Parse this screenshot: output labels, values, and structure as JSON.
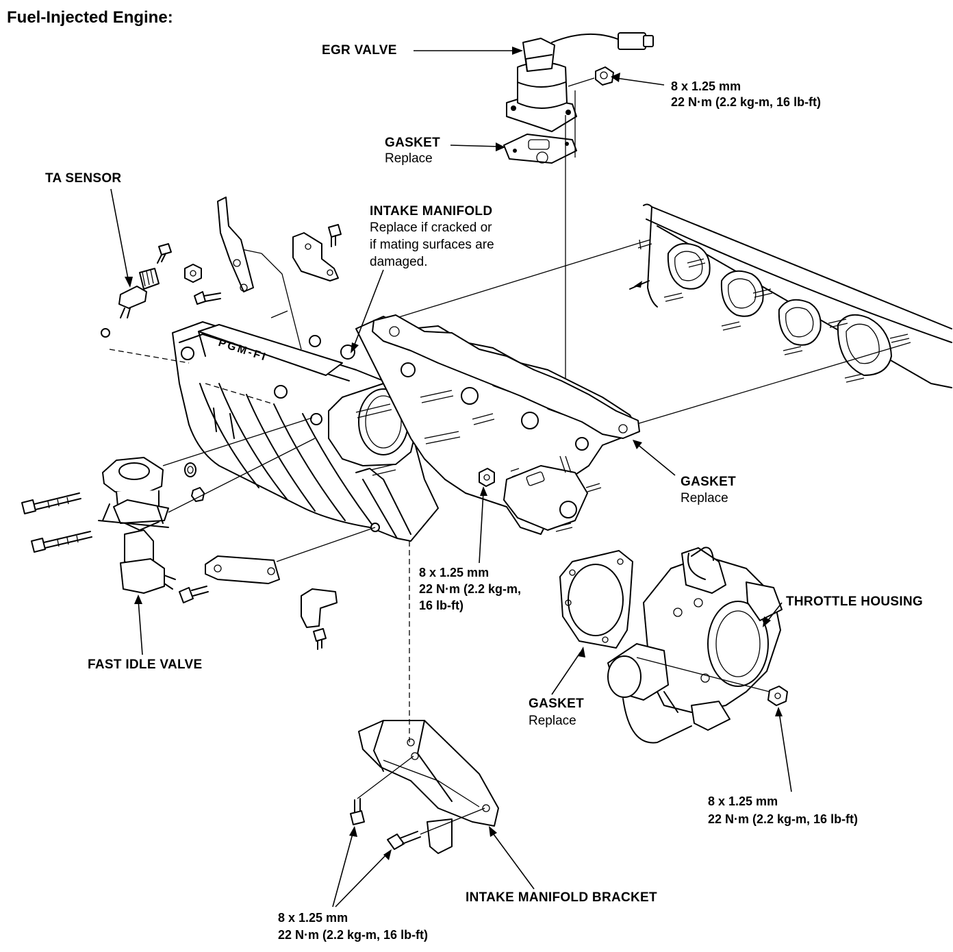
{
  "title": "Fuel-Injected Engine:",
  "labels": {
    "egr_valve": "EGR VALVE",
    "egr_bolt_size": "8 x 1.25 mm",
    "egr_bolt_torque": "22 N·m (2.2 kg-m, 16 lb-ft)",
    "egr_gasket": "GASKET",
    "egr_gasket_note": "Replace",
    "ta_sensor": "TA SENSOR",
    "intake_manifold": "INTAKE MANIFOLD",
    "intake_manifold_note_1": "Replace if cracked or",
    "intake_manifold_note_2": "if mating surfaces are",
    "intake_manifold_note_3": "damaged.",
    "manifold_gasket": "GASKET",
    "manifold_gasket_note": "Replace",
    "center_bolt_size": "8 x 1.25 mm",
    "center_bolt_torque_1": "22 N·m (2.2 kg-m,",
    "center_bolt_torque_2": "16 lb-ft)",
    "throttle_housing": "THROTTLE HOUSING",
    "throttle_gasket": "GASKET",
    "throttle_gasket_note": "Replace",
    "throttle_bolt_size": "8 x 1.25 mm",
    "throttle_bolt_torque": "22 N·m (2.2 kg-m, 16 lb-ft)",
    "fast_idle_valve": "FAST IDLE VALVE",
    "bracket": "INTAKE MANIFOLD BRACKET",
    "bracket_bolt_size": "8 x 1.25 mm",
    "bracket_bolt_torque": "22 N·m (2.2 kg-m, 16 lb-ft)",
    "manifold_marking": "PGM-FI"
  }
}
